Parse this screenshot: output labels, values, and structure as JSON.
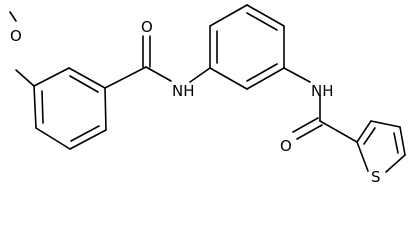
{
  "molecule": {
    "atoms": {
      "methoxy_o": "O",
      "amide1_o": "O",
      "amide1_n": "NH",
      "amide2_n": "NH",
      "amide2_o": "O",
      "thiophene_s": "S"
    }
  },
  "colors": {
    "bond": "#000000",
    "label": "#000000",
    "background": "#ffffff"
  }
}
